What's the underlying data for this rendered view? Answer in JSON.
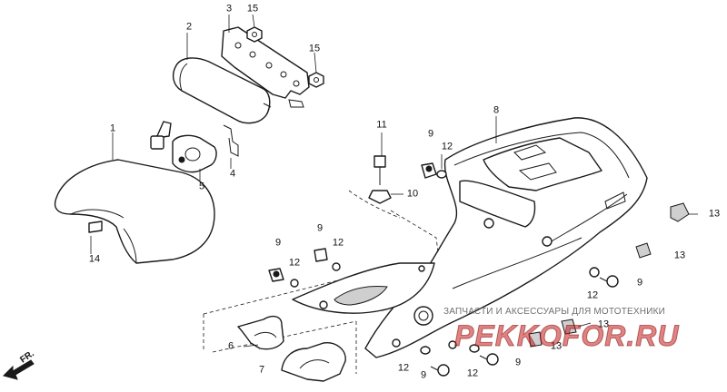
{
  "diagram": {
    "callouts": [
      {
        "id": "c1",
        "label": "1"
      },
      {
        "id": "c2",
        "label": "2"
      },
      {
        "id": "c3",
        "label": "3"
      },
      {
        "id": "c4",
        "label": "4"
      },
      {
        "id": "c5",
        "label": "5"
      },
      {
        "id": "c6",
        "label": "6"
      },
      {
        "id": "c7",
        "label": "7"
      },
      {
        "id": "c8",
        "label": "8"
      },
      {
        "id": "c9a",
        "label": "9"
      },
      {
        "id": "c9b",
        "label": "9"
      },
      {
        "id": "c9c",
        "label": "9"
      },
      {
        "id": "c9d",
        "label": "9"
      },
      {
        "id": "c9e",
        "label": "9"
      },
      {
        "id": "c9f",
        "label": "9"
      },
      {
        "id": "c10",
        "label": "10"
      },
      {
        "id": "c11",
        "label": "11"
      },
      {
        "id": "c12a",
        "label": "12"
      },
      {
        "id": "c12b",
        "label": "12"
      },
      {
        "id": "c12c",
        "label": "12"
      },
      {
        "id": "c12d",
        "label": "12"
      },
      {
        "id": "c12e",
        "label": "12"
      },
      {
        "id": "c12f",
        "label": "12"
      },
      {
        "id": "c13a",
        "label": "13"
      },
      {
        "id": "c13b",
        "label": "13"
      },
      {
        "id": "c13c",
        "label": "13"
      },
      {
        "id": "c13d",
        "label": "13"
      },
      {
        "id": "c14",
        "label": "14"
      },
      {
        "id": "c15a",
        "label": "15"
      },
      {
        "id": "c15b",
        "label": "15"
      }
    ],
    "direction_label": "FR.",
    "watermark_text": "ЗАПЧАСТИ И АКСЕССУАРЫ ДЛЯ МОТОТЕХНИКИ",
    "watermark_logo": "PEKKOFOR.RU"
  }
}
